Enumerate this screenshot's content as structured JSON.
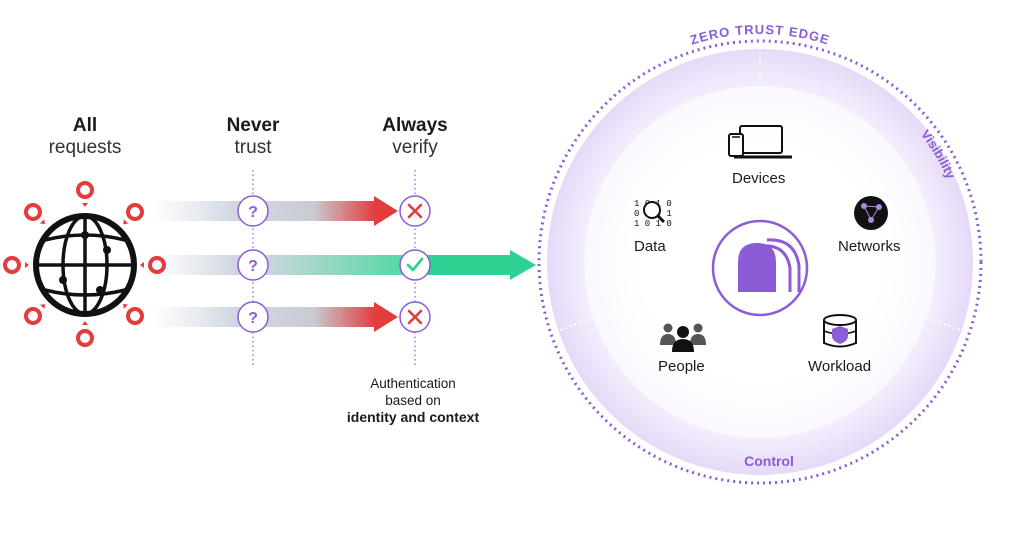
{
  "columns": {
    "all_requests": {
      "bold": "All",
      "sub": "requests"
    },
    "never_trust": {
      "bold": "Never",
      "sub": "trust"
    },
    "always_verify": {
      "bold": "Always",
      "sub": "verify"
    }
  },
  "rows": [
    {
      "verify": "deny",
      "check": "?"
    },
    {
      "verify": "allow",
      "check": "?"
    },
    {
      "verify": "deny",
      "check": "?"
    }
  ],
  "authentication": {
    "line1": "Authentication",
    "line2": "based on",
    "line3": "identity and context"
  },
  "zone": {
    "edge_title": "ZERO TRUST EDGE",
    "visibility": "Visibility",
    "control": "Control"
  },
  "resources": {
    "devices": "Devices",
    "data": "Data",
    "networks": "Networks",
    "people": "People",
    "workload": "Workload"
  },
  "colors": {
    "purple": "#8b5cd6",
    "purple_light": "#efe6fb",
    "red": "#e23c3c",
    "green": "#2fd193",
    "gray_arrow": "#c9d1dc",
    "dark": "#111111"
  }
}
